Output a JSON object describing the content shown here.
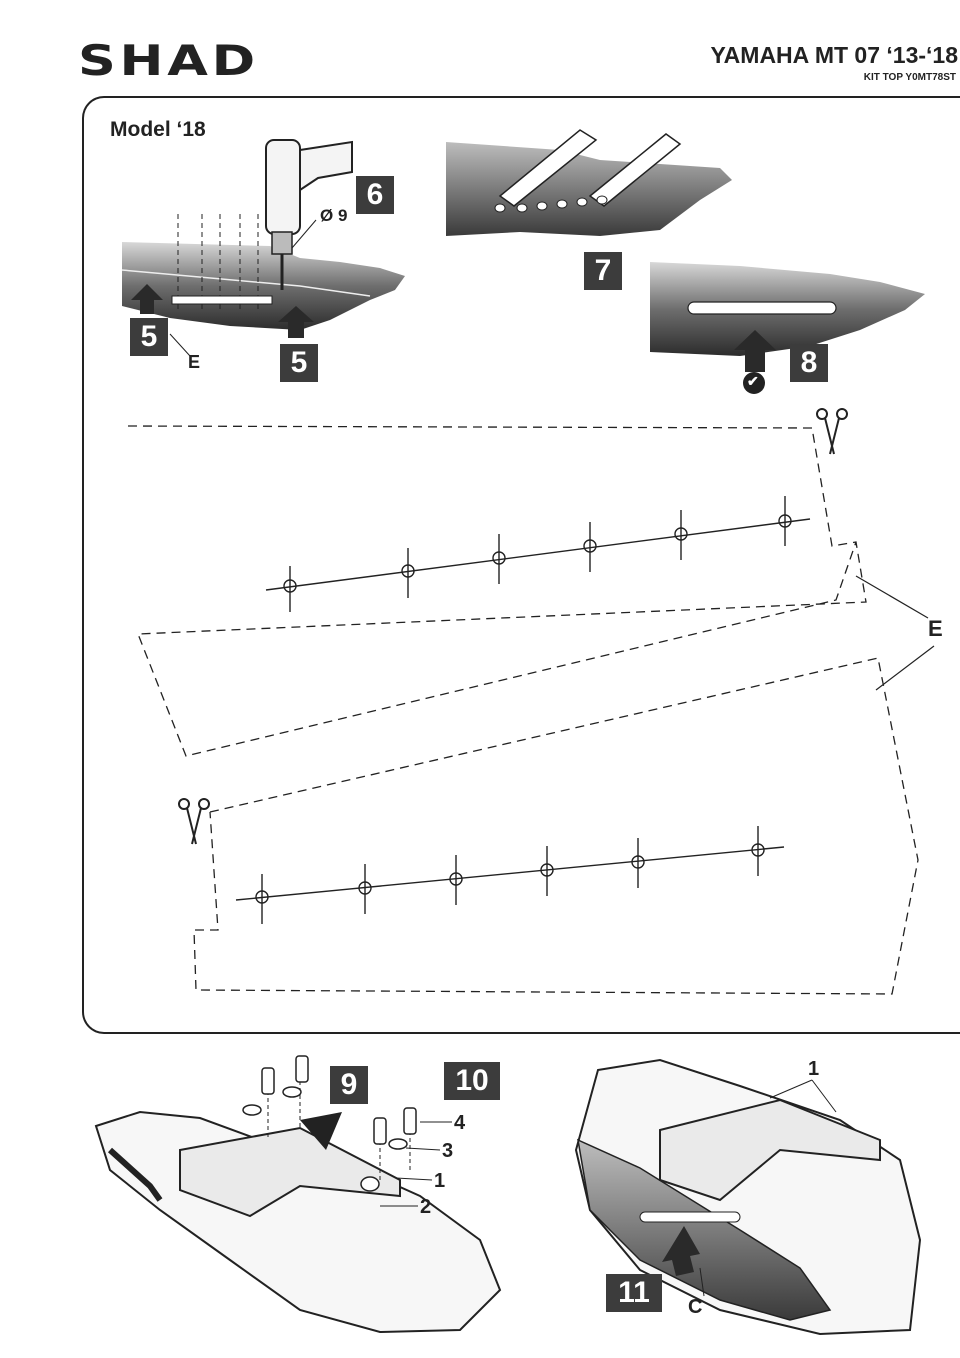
{
  "header": {
    "brand": "SHAD",
    "title": "YAMAHA MT 07 ‘13-‘18",
    "kit": "KIT TOP Y0MT78ST"
  },
  "panel": {
    "model": "Model ‘18",
    "steps": [
      "5",
      "5",
      "6",
      "7",
      "8"
    ],
    "diameter": "Ø 9",
    "label_E_small": "E",
    "label_E_template": "E",
    "check_mark": "✔"
  },
  "bottom": {
    "steps": [
      "9",
      "10",
      "11"
    ],
    "callouts_left": [
      "4",
      "3",
      "1",
      "2"
    ],
    "callout_right_top": "1",
    "callout_C": "C"
  },
  "icons": [
    "shad-logo",
    "scissors-icon",
    "arrow-up-icon",
    "arrow-down-icon",
    "check-icon",
    "drill-icon"
  ]
}
